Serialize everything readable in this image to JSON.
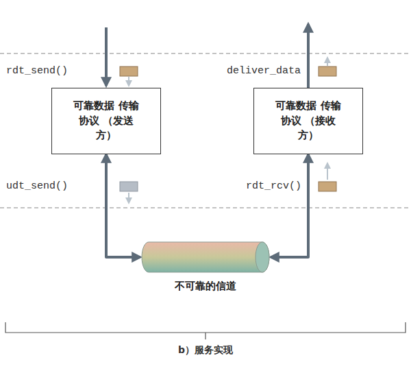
{
  "diagram": {
    "caption": "b）服务实现",
    "nodes": [
      {
        "text": [
          "可靠数据 传输协议 （发送方）"
        ]
      },
      {
        "text": [
          "可靠数据 传输协议 （接收方）"
        ]
      },
      {
        "text": [
          "不可靠的信道"
        ]
      }
    ],
    "edges": [
      {
        "from": 0,
        "to": 2,
        "arrow": "both"
      },
      {
        "from": 2,
        "to": 1,
        "arrow": "both"
      }
    ],
    "labels": [
      "rdt_send()",
      "deliver_data",
      "udt_send()",
      "rdt_rcv()"
    ]
  }
}
